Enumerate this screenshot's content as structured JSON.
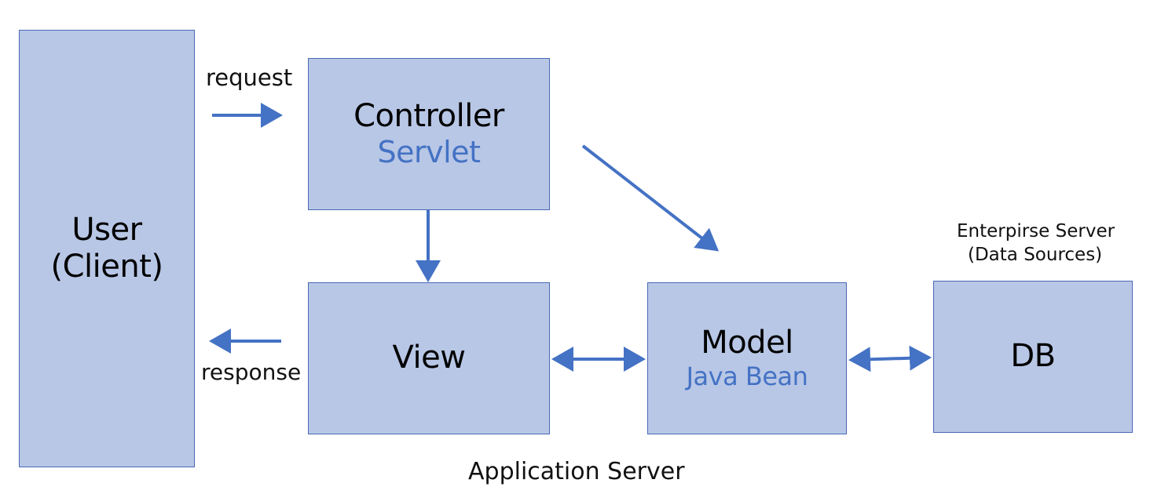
{
  "user": {
    "line1": "User",
    "line2": "(Client)"
  },
  "controller": {
    "title": "Controller",
    "subtitle": "Servlet"
  },
  "view": {
    "title": "View"
  },
  "model": {
    "title": "Model",
    "subtitle": "Java Bean"
  },
  "db": {
    "title": "DB"
  },
  "labels": {
    "request": "request",
    "response": "response",
    "enterprise_line1": "Enterpirse Server",
    "enterprise_line2": "(Data Sources)",
    "application_server": "Application Server"
  },
  "colors": {
    "box_fill": "#b8c7e6",
    "box_border": "#4a69b5",
    "arrow": "#4472c4",
    "subtitle": "#4472c4"
  }
}
